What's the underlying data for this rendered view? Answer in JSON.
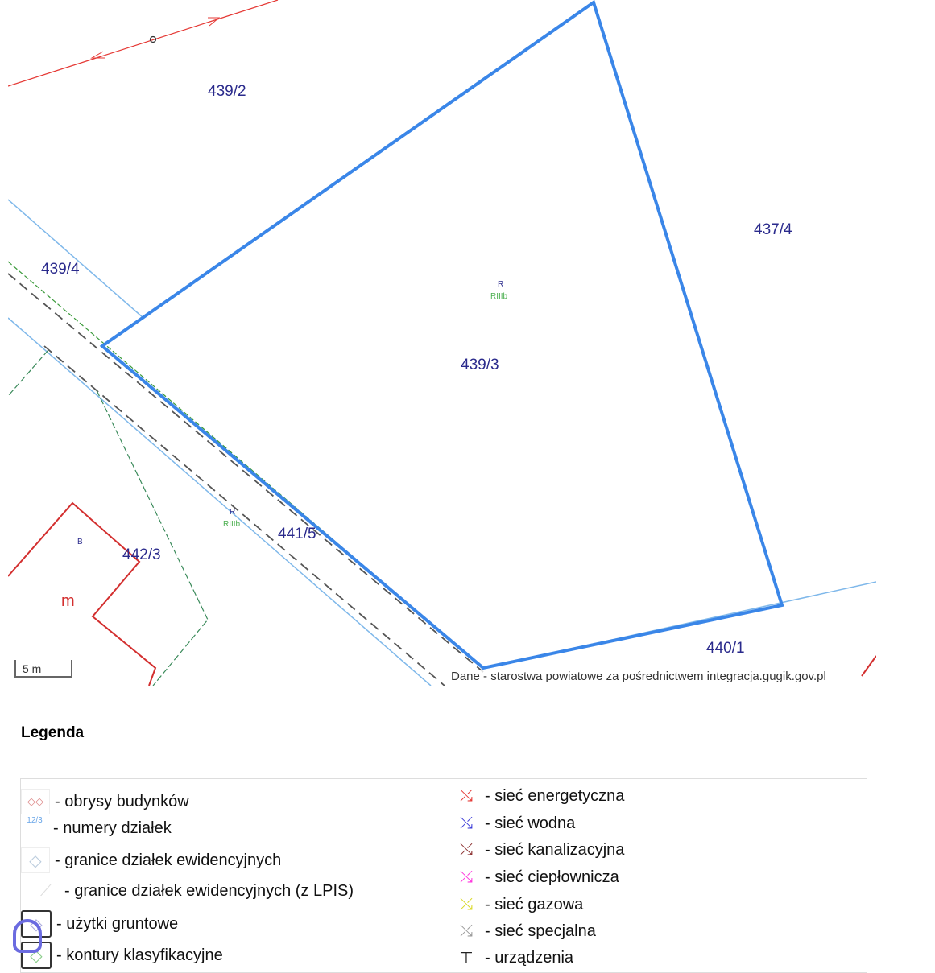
{
  "map": {
    "parcels": [
      "439/2",
      "439/4",
      "437/4",
      "439/3",
      "441/5",
      "442/3",
      "440/1"
    ],
    "small_labels": {
      "r1": "R",
      "rclass1": "RIIIb",
      "r2": "R",
      "rclass2": "RIIIb",
      "b": "B",
      "m": "m"
    },
    "scale": "5 m",
    "attribution": "Dane - starostwa powiatowe za pośrednictwem integracja.gugik.gov.pl"
  },
  "legend": {
    "title": "Legenda",
    "left": [
      {
        "label": "- obrysy budynków"
      },
      {
        "label": "- numery działek",
        "icon_text": "12/3"
      },
      {
        "label": "- granice działek ewidencyjnych"
      },
      {
        "label": "- granice działek ewidencyjnych (z LPIS)"
      },
      {
        "label": "- użytki gruntowe"
      },
      {
        "label": "- kontury klasyfikacyjne"
      }
    ],
    "right": [
      {
        "label": "- sieć energetyczna",
        "color": "#e53935"
      },
      {
        "label": "- sieć wodna",
        "color": "#3a3ad8"
      },
      {
        "label": "- sieć kanalizacyjna",
        "color": "#8b2e2e"
      },
      {
        "label": "- sieć ciepłownicza",
        "color": "#ff33dd"
      },
      {
        "label": "- sieć gazowa",
        "color": "#e8e830"
      },
      {
        "label": "- sieć specjalna",
        "color": "#999999"
      },
      {
        "label": "- urządzenia",
        "color": "#222222"
      }
    ]
  }
}
